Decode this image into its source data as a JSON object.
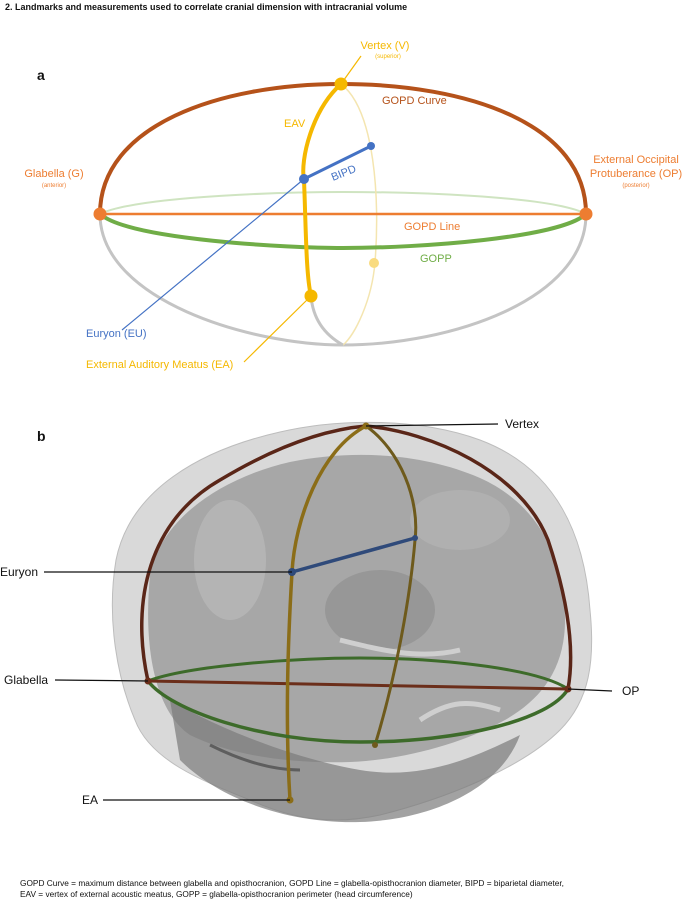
{
  "header": {
    "title": "2. Landmarks and measurements used to correlate cranial dimension with intracranial volume"
  },
  "panel_a": {
    "letter": "a",
    "vertex_label": "Vertex (V)",
    "vertex_sub": "(superior)",
    "gopd_curve_label": "GOPD Curve",
    "eav_label": "EAV",
    "bipd_label": "BIPD",
    "glabella_label": "Glabella (G)",
    "glabella_sub": "(anterior)",
    "op_label_line1": "External Occipital",
    "op_label_line2": "Protuberance (OP)",
    "op_sub": "(posterior)",
    "gopd_line_label": "GOPD Line",
    "gopp_label": "GOPP",
    "euryon_label": "Euryon (EU)",
    "ea_label": "External Auditory Meatus (EA)"
  },
  "panel_b": {
    "letter": "b",
    "vertex_label": "Vertex",
    "euryon_label": "Euryon",
    "glabella_label": "Glabella",
    "op_label": "OP",
    "ea_label": "EA"
  },
  "footer": {
    "line1": "GOPD Curve = maximum distance between glabella and opisthocranion, GOPD Line = glabella-opisthocranion diameter, BIPD = biparietal diameter,",
    "line2": "EAV = vertex of external acoustic meatus, GOPP = glabella-opisthocranion perimeter (head circumference)"
  },
  "colors": {
    "gopd_curve": "#b5521a",
    "vertex_eav": "#f5b800",
    "bipd": "#4472c4",
    "gopd_line": "#ed7d31",
    "gopp": "#70ad47",
    "skull_outline": "#c0c0c0"
  }
}
